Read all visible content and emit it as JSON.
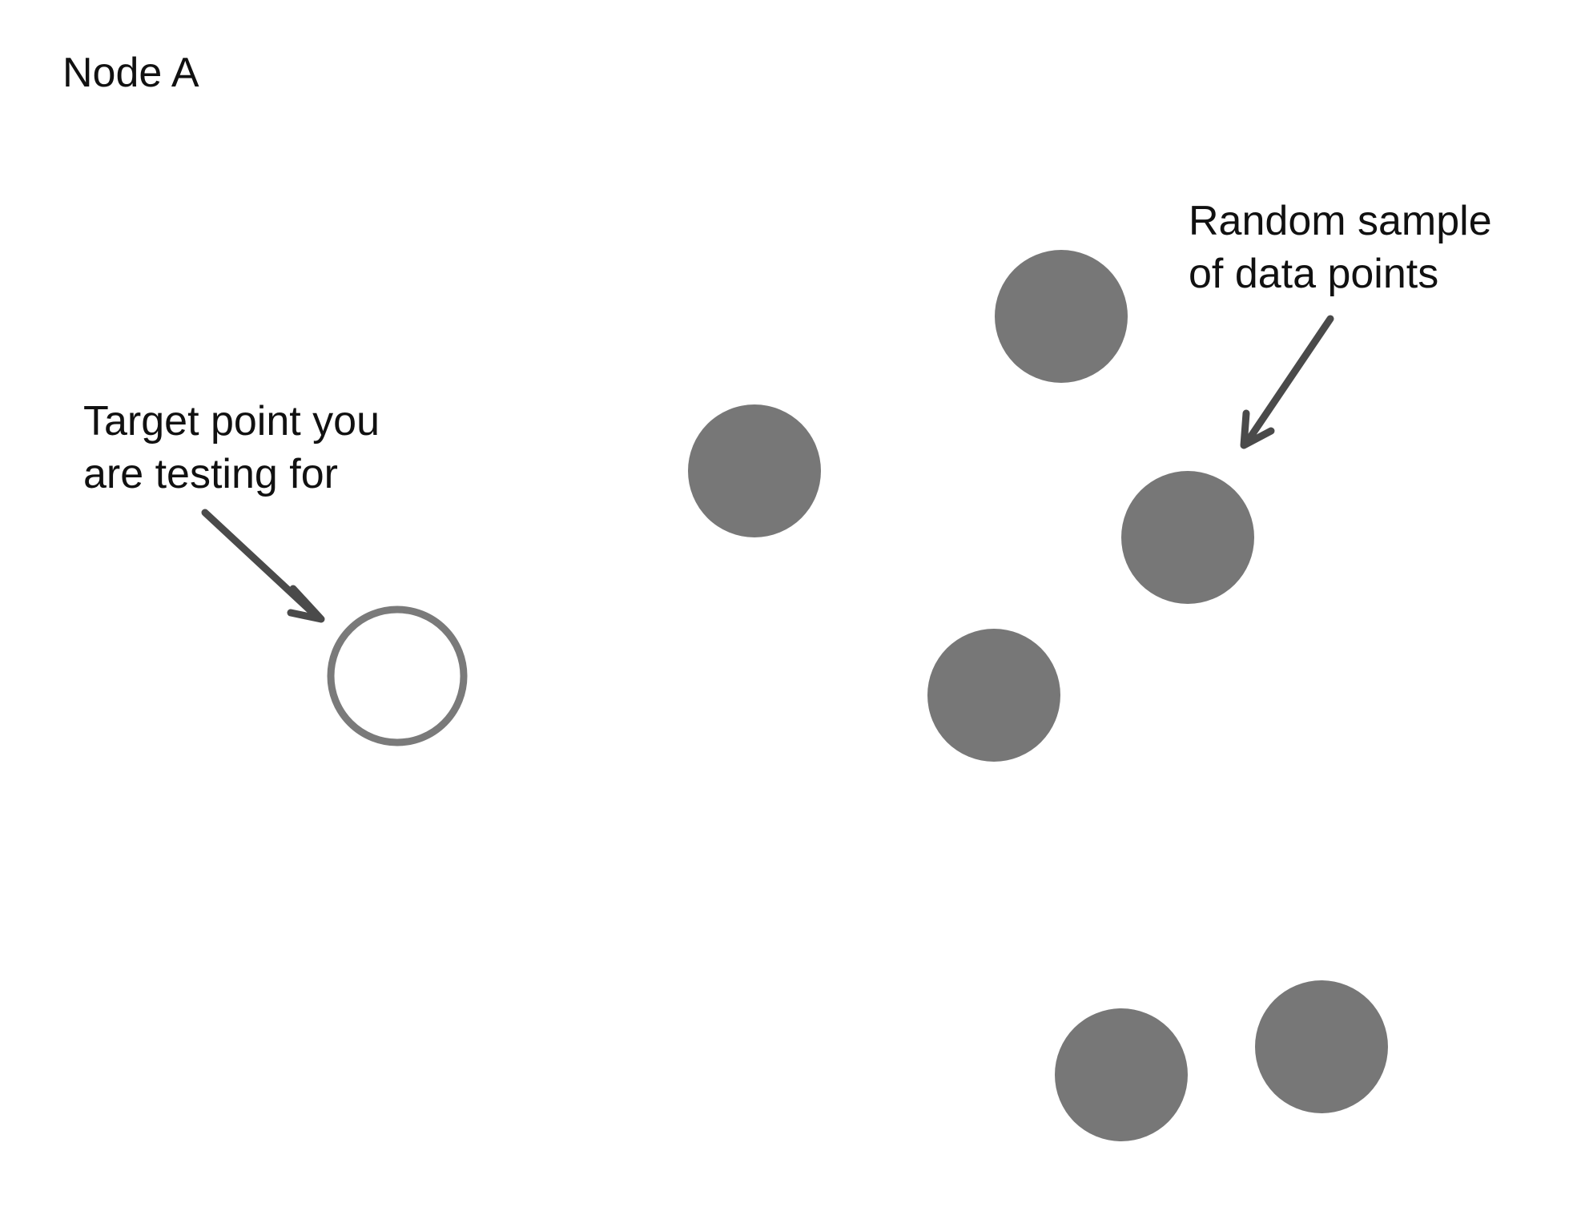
{
  "title": "Node A",
  "target_annotation": {
    "line1": "Target point you",
    "line2": "are testing for"
  },
  "sample_annotation": {
    "line1": "Random sample",
    "line2": "of data points"
  },
  "colors": {
    "point_fill": "#777777",
    "target_stroke": "#7a7a7a",
    "arrow": "#4a4a4a",
    "text": "#111111",
    "background": "#ffffff"
  }
}
